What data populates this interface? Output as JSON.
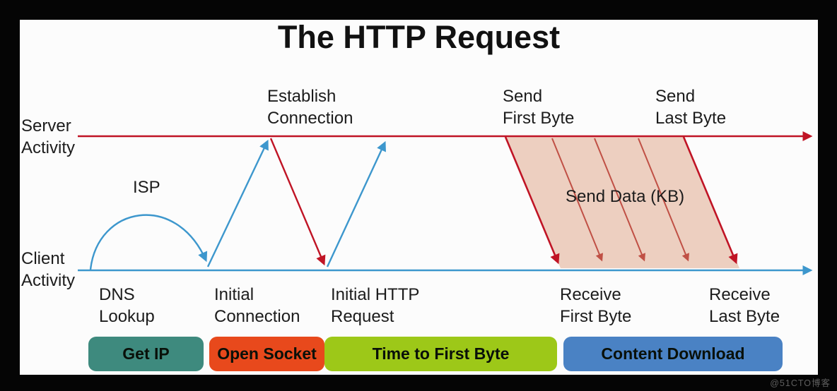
{
  "title": "The HTTP Request",
  "axis": {
    "server": {
      "line1": "Server",
      "line2": "Activity"
    },
    "client": {
      "line1": "Client",
      "line2": "Activity"
    }
  },
  "top_labels": [
    {
      "line1": "Establish",
      "line2": "Connection"
    },
    {
      "line1": "Send",
      "line2": "First Byte"
    },
    {
      "line1": "Send",
      "line2": "Last Byte"
    }
  ],
  "bottom_labels": [
    {
      "line1": "DNS",
      "line2": "Lookup"
    },
    {
      "line1": "Initial",
      "line2": "Connection"
    },
    {
      "line1": "Initial HTTP",
      "line2": "Request"
    },
    {
      "line1": "Receive",
      "line2": "First Byte"
    },
    {
      "line1": "Receive",
      "line2": "Last Byte"
    }
  ],
  "annotations": {
    "isp": "ISP",
    "send_data": "Send Data (KB)"
  },
  "phases": [
    {
      "label": "Get IP",
      "color": "#3e8a7e"
    },
    {
      "label": "Open Socket",
      "color": "#e8491c"
    },
    {
      "label": "Time to First Byte",
      "color": "#9dc818"
    },
    {
      "label": "Content Download",
      "color": "#4a82c4"
    }
  ],
  "colors": {
    "server_line": "#c01425",
    "client_line": "#3d97cd",
    "send_data_fill": "#edcfc0",
    "send_data_inner_arrow": "#c05045",
    "background": "#fcfcfc",
    "frame": "#050505"
  },
  "watermark": "@51CTO博客"
}
